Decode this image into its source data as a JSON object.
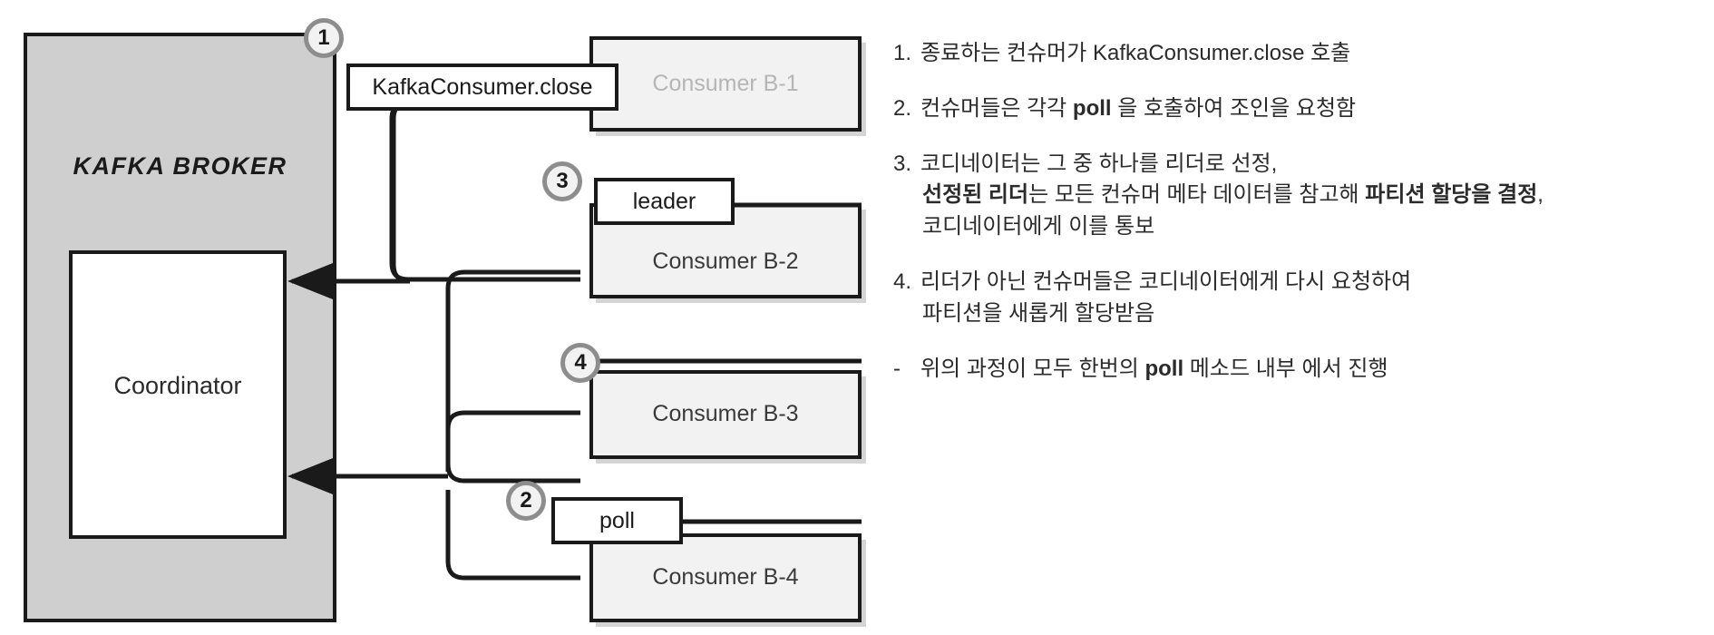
{
  "broker": {
    "title": "KAFKA BROKER",
    "coordinator_label": "Coordinator"
  },
  "consumers": [
    {
      "id": "b1",
      "label": "Consumer B-1",
      "faded": true
    },
    {
      "id": "b2",
      "label": "Consumer B-2",
      "faded": false
    },
    {
      "id": "b3",
      "label": "Consumer B-3",
      "faded": false
    },
    {
      "id": "b4",
      "label": "Consumer B-4",
      "faded": false
    }
  ],
  "call_tags": {
    "close": "KafkaConsumer.close",
    "leader": "leader",
    "poll": "poll"
  },
  "badges": {
    "one": "1",
    "two": "2",
    "three": "3",
    "four": "4"
  },
  "notes": [
    {
      "marker": "1.",
      "lines": [
        [
          {
            "t": "종료하는 컨슈머가 KafkaConsumer.close 호출",
            "b": false
          }
        ]
      ]
    },
    {
      "marker": "2.",
      "lines": [
        [
          {
            "t": "컨슈머들은 각각 ",
            "b": false
          },
          {
            "t": "poll",
            "b": true
          },
          {
            "t": " 을 호출하여 조인을 요청함",
            "b": false
          }
        ]
      ]
    },
    {
      "marker": "3.",
      "lines": [
        [
          {
            "t": "코디네이터는 그 중 하나를 리더로 선정,",
            "b": false
          }
        ],
        [
          {
            "t": "선정된 리더",
            "b": true
          },
          {
            "t": "는 모든 컨슈머 메타 데이터를 참고해 ",
            "b": false
          },
          {
            "t": "파티션 할당을 결정",
            "b": true
          },
          {
            "t": ",",
            "b": false
          }
        ],
        [
          {
            "t": "코디네이터에게 이를 통보",
            "b": false
          }
        ]
      ]
    },
    {
      "marker": "4.",
      "lines": [
        [
          {
            "t": "리더가 아닌 컨슈머들은 코디네이터에게 다시 요청하여",
            "b": false
          }
        ],
        [
          {
            "t": "파티션을 새롭게 할당받음",
            "b": false
          }
        ]
      ]
    },
    {
      "marker": "-",
      "lines": [
        [
          {
            "t": "위의 과정이 모두 한번의 ",
            "b": false
          },
          {
            "t": "poll",
            "b": true
          },
          {
            "t": " 메소드 내부 에서 진행",
            "b": false
          }
        ]
      ]
    }
  ],
  "colors": {
    "broker_fill": "#cfcfcf",
    "consumer_fill": "#f2f2f2",
    "line": "#1a1a1a",
    "badge_ring": "#8d8d8d",
    "faded_text": "#b5b5b5"
  }
}
